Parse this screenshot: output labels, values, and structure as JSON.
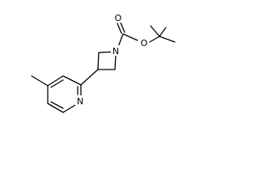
{
  "molecule": {
    "atoms": {
      "carbonyl_oxygen": "O",
      "ester_oxygen": "O",
      "azetidine_nitrogen": "N",
      "pyridine_nitrogen": "N"
    }
  }
}
